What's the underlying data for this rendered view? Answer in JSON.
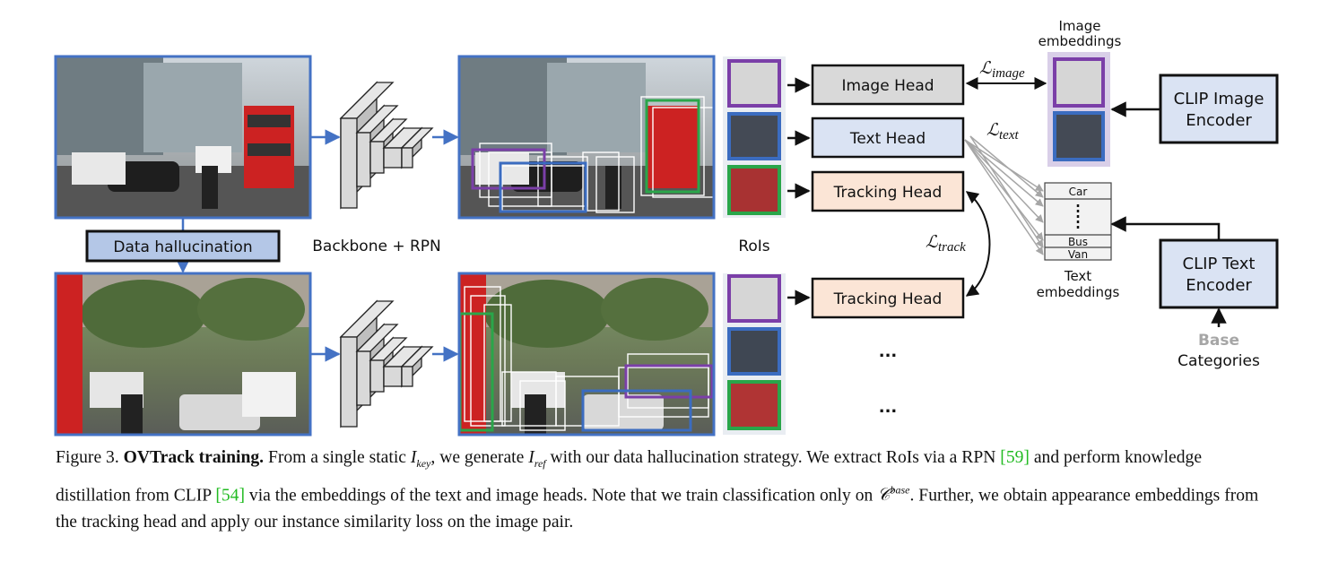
{
  "labels": {
    "data_hallucination": "Data hallucination",
    "backbone_rpn": "Backbone + RPN",
    "rois": "RoIs",
    "image_head": "Image Head",
    "text_head": "Text Head",
    "tracking_head_top": "Tracking Head",
    "tracking_head_bottom": "Tracking Head",
    "clip_image_encoder_l1": "CLIP Image",
    "clip_image_encoder_l2": "Encoder",
    "clip_text_encoder_l1": "CLIP Text",
    "clip_text_encoder_l2": "Encoder",
    "image_embeddings_l1": "Image",
    "image_embeddings_l2": "embeddings",
    "text_embeddings_l1": "Text",
    "text_embeddings_l2": "embeddings",
    "base": "Base",
    "categories": "Categories",
    "ellipsis_1": "...",
    "ellipsis_2": "...",
    "loss_image_main": "ℒ",
    "loss_image_sub": "image",
    "loss_text_main": "ℒ",
    "loss_text_sub": "text",
    "loss_track_main": "ℒ",
    "loss_track_sub": "track"
  },
  "text_embedding_rows": [
    "Car",
    "Bus",
    "Van"
  ],
  "colors": {
    "frame_blue": "#4472c4",
    "purple": "#7b3fa8",
    "blue_box": "#3b6cc0",
    "green": "#2aa64a",
    "head_gray": "#d9d9d9",
    "head_blue": "#dae3f3",
    "head_peach": "#fbe5d6",
    "encoder_blue": "#dae3f3",
    "ref_green": "#22bb22"
  },
  "caption": {
    "figure_num": "Figure 3.",
    "title": "OVTrack training.",
    "t1": "From a single static",
    "i_key_main": "I",
    "i_key_sub": "key",
    "t2": ", we generate",
    "i_ref_main": "I",
    "i_ref_sub": "ref",
    "t3": "with our data hallucination strategy. We extract RoIs via a RPN",
    "ref59": "[59]",
    "t4": "and perform knowledge distillation from CLIP",
    "ref54": "[54]",
    "t5": "via the embeddings of the text and image heads. Note that we train classification only on",
    "c_base_main": "𝒞",
    "c_base_sup": "base",
    "t6": ". Further, we obtain appearance embeddings from the tracking head and apply our instance similarity loss on the image pair."
  }
}
